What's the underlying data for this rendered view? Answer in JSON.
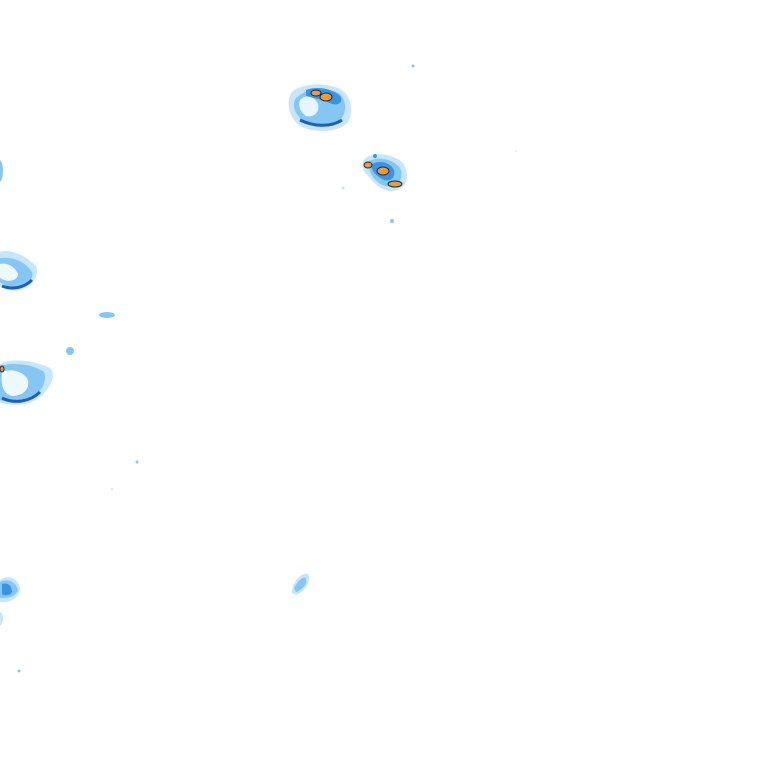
{
  "map": {
    "kind": "precipitation-radar-overlay",
    "background": "#ffffff",
    "palette": {
      "light": "#c6e6fb",
      "medium": "#86c6f4",
      "strong": "#3a95e0",
      "heavy": "#1f5fb8",
      "intense": "#f39a2b",
      "outline": "#0b2a6b"
    },
    "echoes": [
      {
        "id": "cell-north-center",
        "level": "intense"
      },
      {
        "id": "cell-northeast",
        "level": "intense"
      },
      {
        "id": "cell-west-upper",
        "level": "heavy"
      },
      {
        "id": "cell-west-middle",
        "level": "heavy"
      },
      {
        "id": "cell-southwest",
        "level": "strong"
      },
      {
        "id": "cell-south-center",
        "level": "medium"
      },
      {
        "id": "speck-west",
        "level": "medium"
      },
      {
        "id": "speck-west-2",
        "level": "medium"
      }
    ]
  }
}
